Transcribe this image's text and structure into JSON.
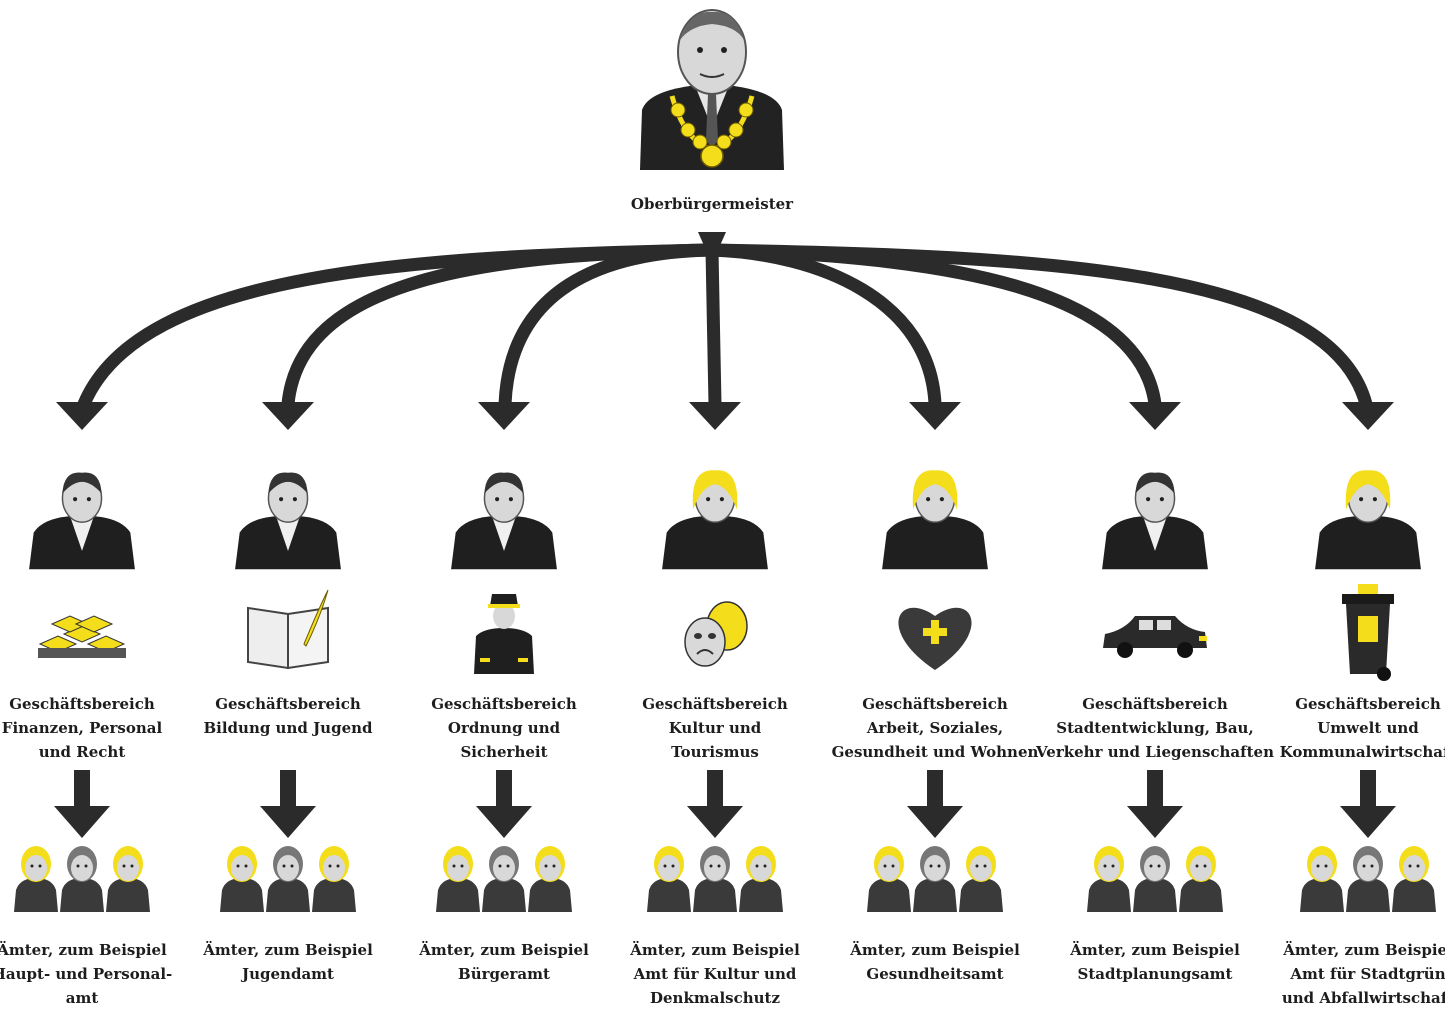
{
  "head": {
    "label": "Oberbürgermeister",
    "icon": "mayor-icon"
  },
  "colors": {
    "ink": "#2b2b2b",
    "accent": "#f4dd1a",
    "skin": "#d8d8d8"
  },
  "departments": [
    {
      "head_icon": "male-official-icon",
      "symbol_icon": "money-bundles-icon",
      "title_lines": [
        "Geschäftsbereich",
        "Finanzen, Personal",
        "und Recht"
      ],
      "offices_icon": "staff-group-icon",
      "offices_lines": [
        "Ämter, zum Beispiel",
        "Haupt- und Personal-",
        "amt"
      ]
    },
    {
      "head_icon": "male-official-icon",
      "symbol_icon": "book-quill-icon",
      "title_lines": [
        "Geschäftsbereich",
        "Bildung und Jugend"
      ],
      "offices_icon": "staff-group-icon",
      "offices_lines": [
        "Ämter, zum Beispiel",
        "Jugendamt"
      ]
    },
    {
      "head_icon": "male-official-icon",
      "symbol_icon": "police-officer-icon",
      "title_lines": [
        "Geschäftsbereich",
        "Ordnung und",
        "Sicherheit"
      ],
      "offices_icon": "staff-group-icon",
      "offices_lines": [
        "Ämter, zum Beispiel",
        "Bürgeramt"
      ]
    },
    {
      "head_icon": "female-official-icon",
      "symbol_icon": "theater-masks-icon",
      "title_lines": [
        "Geschäftsbereich",
        "Kultur und",
        "Tourismus"
      ],
      "offices_icon": "staff-group-icon",
      "offices_lines": [
        "Ämter, zum Beispiel",
        "Amt für Kultur und",
        "Denkmalschutz"
      ]
    },
    {
      "head_icon": "female-official-icon",
      "symbol_icon": "heart-cross-icon",
      "title_lines": [
        "Geschäftsbereich",
        "Arbeit, Soziales,",
        "Gesundheit und Wohnen"
      ],
      "offices_icon": "staff-group-icon",
      "offices_lines": [
        "Ämter, zum Beispiel",
        "Gesundheitsamt"
      ]
    },
    {
      "head_icon": "male-official-icon",
      "symbol_icon": "car-icon",
      "title_lines": [
        "Geschäftsbereich",
        "Stadtentwicklung, Bau,",
        "Verkehr und Liegenschaften"
      ],
      "offices_icon": "staff-group-icon",
      "offices_lines": [
        "Ämter, zum Beispiel",
        "Stadtplanungsamt"
      ]
    },
    {
      "head_icon": "female-official-icon",
      "symbol_icon": "waste-bin-icon",
      "title_lines": [
        "Geschäftsbereich",
        "Umwelt und",
        "Kommunalwirtschaft"
      ],
      "offices_icon": "staff-group-icon",
      "offices_lines": [
        "Ämter, zum Beispiel",
        "Amt für Stadtgrün",
        "und Abfallwirtschaft"
      ]
    }
  ]
}
